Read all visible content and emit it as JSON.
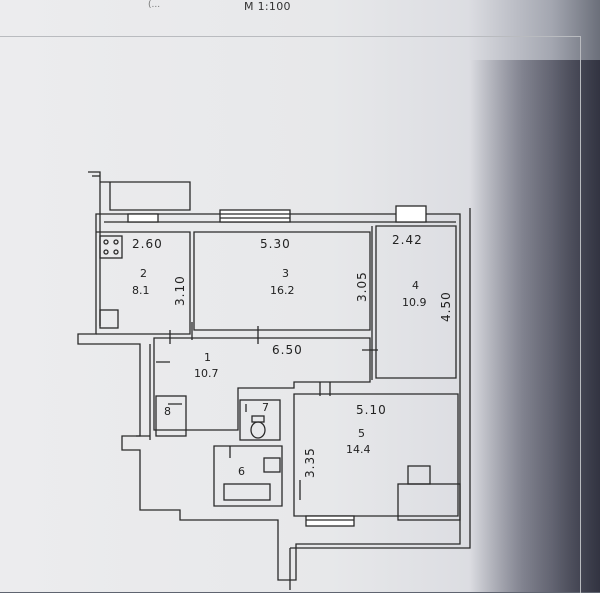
{
  "header": {
    "scale": "M 1:100",
    "scale_left": "(..."
  },
  "rooms": [
    {
      "number": "1",
      "area": "10.7"
    },
    {
      "number": "2",
      "area": "8.1"
    },
    {
      "number": "3",
      "area": "16.2"
    },
    {
      "number": "4",
      "area": "10.9"
    },
    {
      "number": "5",
      "area": "14.4"
    },
    {
      "number": "6",
      "area": ""
    },
    {
      "number": "7",
      "area": ""
    },
    {
      "number": "8",
      "area": ""
    }
  ],
  "dimensions": {
    "r2_width": "2.60",
    "r2_depth": "3.10",
    "r3_width": "5.30",
    "r3_depth": "3.05",
    "r4_width": "2.42",
    "r4_depth": "4.50",
    "hall_length": "6.50",
    "r5_width": "5.10",
    "r5_depth": "3.35"
  }
}
